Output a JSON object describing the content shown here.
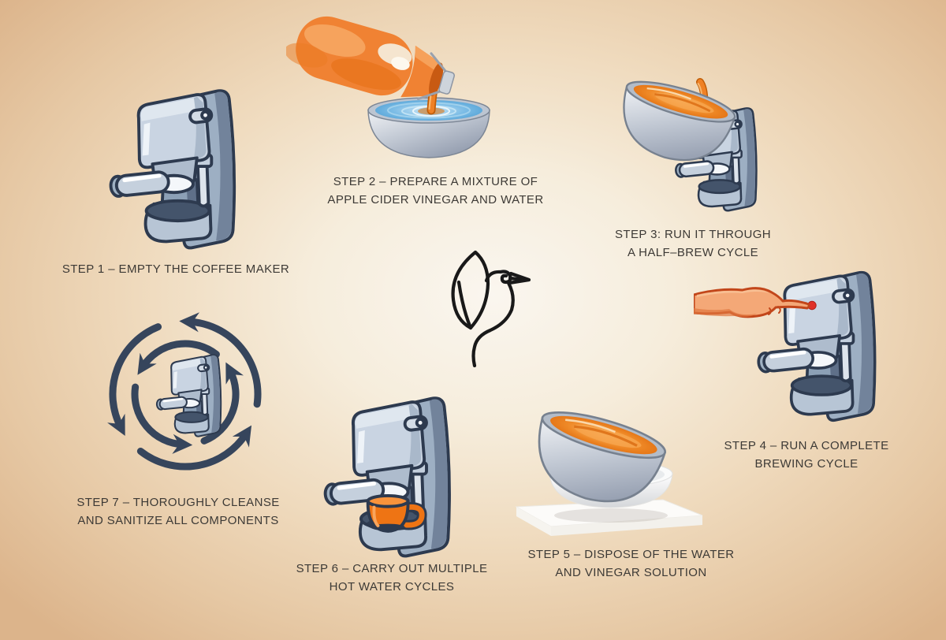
{
  "title": "Coffee maker cleaning infographic",
  "background": {
    "center": "#faf6ef",
    "edge": "#dcb48b"
  },
  "text_color": "#3d3a36",
  "logo": {
    "icon": "hummingbird-line-art-logo"
  },
  "palette": {
    "outline": "#2d3a4f",
    "machine_light": "#c9d4e2",
    "machine_mid": "#9dafc3",
    "machine_dark": "#72839b",
    "vinegar_orange": "#ef8125",
    "bottle_orange": "#f08233",
    "water_blue": "#58a8da",
    "arrow_navy": "#36455c",
    "hand_skin": "#f4a877",
    "button_red": "#e03028",
    "button_green": "#7cb649",
    "sink_white": "#fafbfb"
  },
  "steps": [
    {
      "name": "step-1",
      "icon": "coffee-maker",
      "label": "STEP 1 – EMPTY THE COFFEE MAKER"
    },
    {
      "name": "step-2",
      "icon": "vinegar-bottle-pouring-into-water-bowl",
      "label": "STEP 2 – PREPARE A MIXTURE OF\nAPPLE CIDER VINEGAR AND WATER"
    },
    {
      "name": "step-3",
      "icon": "bowl-pouring-into-coffee-maker",
      "label": "STEP 3: RUN IT THROUGH\nA HALF–BREW CYCLE"
    },
    {
      "name": "step-4",
      "icon": "hand-pressing-brew-button",
      "label": "STEP 4 – RUN A COMPLETE\nBREWING CYCLE"
    },
    {
      "name": "step-5",
      "icon": "bowl-emptying-into-sink",
      "label": "STEP 5 – DISPOSE OF THE WATER\nAND VINEGAR SOLUTION"
    },
    {
      "name": "step-6",
      "icon": "coffee-maker-with-mug",
      "label": "STEP 6 – CARRY OUT MULTIPLE\nHOT WATER CYCLES"
    },
    {
      "name": "step-7",
      "icon": "coffee-maker-cycle-arrows",
      "label": "STEP 7 – THOROUGHLY CLEANSE\nAND SANITIZE ALL COMPONENTS"
    }
  ]
}
